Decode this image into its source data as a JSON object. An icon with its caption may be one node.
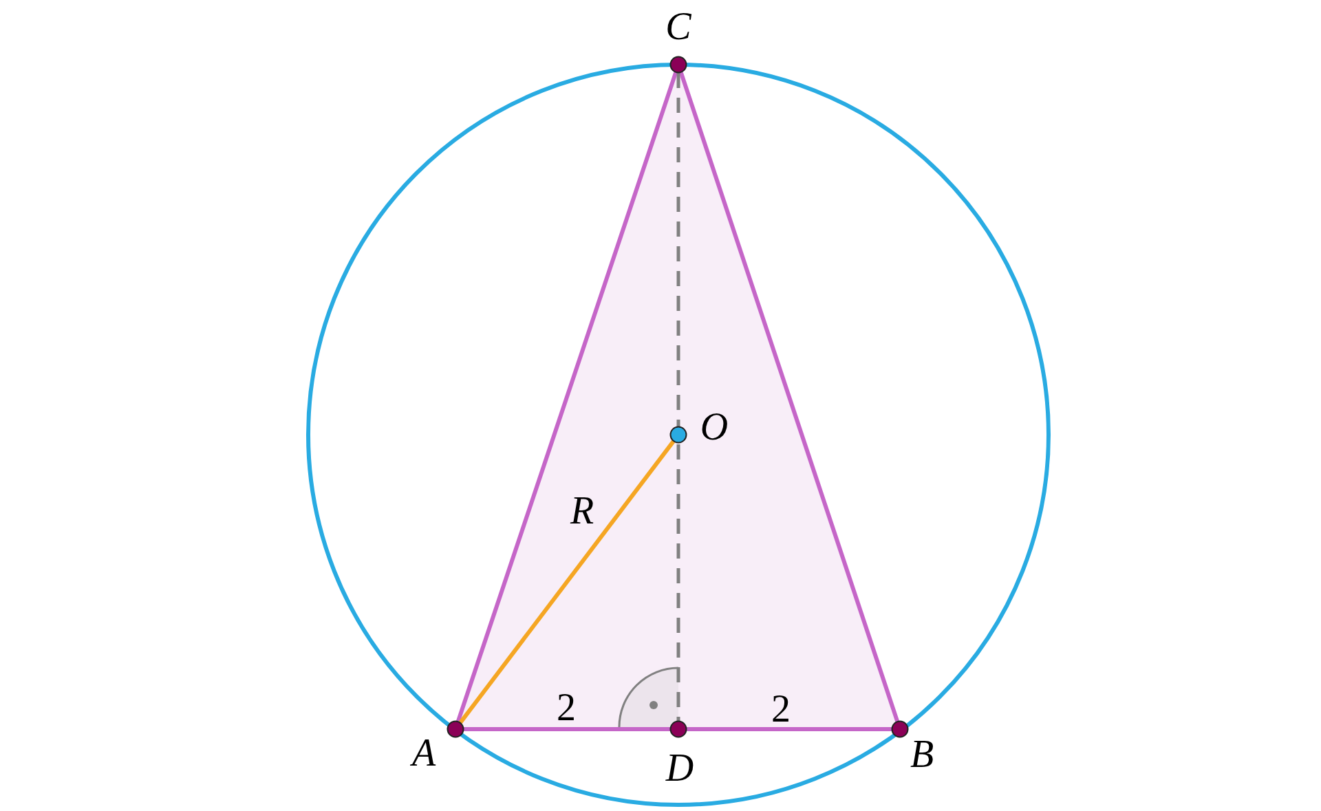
{
  "diagram": {
    "nodes": [
      {
        "text": [],
        "shape": "circle",
        "beside": [
          "C"
        ]
      },
      {
        "text": [],
        "shape": "circle",
        "beside": [
          "O"
        ]
      },
      {
        "text": [],
        "shape": "circle",
        "beside": [
          "A"
        ]
      },
      {
        "text": [],
        "shape": "circle",
        "beside": [
          "D"
        ]
      },
      {
        "text": [],
        "shape": "circle",
        "beside": [
          "B"
        ]
      }
    ],
    "edges": [
      {
        "from": 0,
        "to": 2,
        "arrow": "none"
      },
      {
        "from": 0,
        "to": 4,
        "arrow": "none"
      },
      {
        "from": 2,
        "to": 3,
        "arrow": "none",
        "label": "2"
      },
      {
        "from": 3,
        "to": 4,
        "arrow": "none",
        "label": "2"
      },
      {
        "from": 0,
        "to": 3,
        "arrow": "none",
        "style": "dashed",
        "color": "#808080"
      },
      {
        "from": 1,
        "to": 2,
        "arrow": "none",
        "label": "R",
        "color": "#f5a623"
      }
    ]
  }
}
